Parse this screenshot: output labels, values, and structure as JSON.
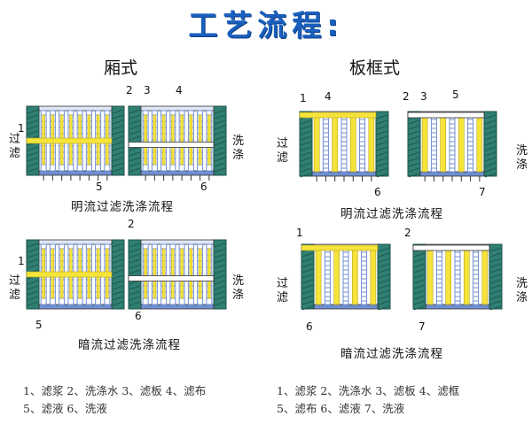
{
  "title": "工艺流程:",
  "chamber": {
    "heading": "厢式",
    "open_caption": "明流过滤洗涤流程",
    "hidden_caption": "暗流过滤洗涤流程",
    "filter_label": "过滤",
    "wash_label": "洗涤"
  },
  "plate": {
    "heading": "板框式",
    "open_caption": "明流过滤洗涤流程",
    "hidden_caption": "暗流过滤洗涤流程",
    "filter_label": "过滤",
    "wash_label": "洗涤"
  },
  "numbers": {
    "n1": "1",
    "n2": "2",
    "n3": "3",
    "n4": "4",
    "n5": "5",
    "n6": "6",
    "n7": "7"
  },
  "legend_left": {
    "line1": "1、滤浆 2、洗涤水 3、滤板 4、滤布",
    "line2": "5、滤液 6、洗液"
  },
  "legend_right": {
    "line1": "1、滤浆 2、洗涤水 3、滤板 4、滤框",
    "line2": "5、滤布 6、滤液    7、洗液"
  },
  "colors": {
    "frame_teal": "#2f7f73",
    "filter_yellow": "#f5e43a",
    "channel_blue": "#6f8fd0",
    "title_blue": "#1a5fbd"
  }
}
